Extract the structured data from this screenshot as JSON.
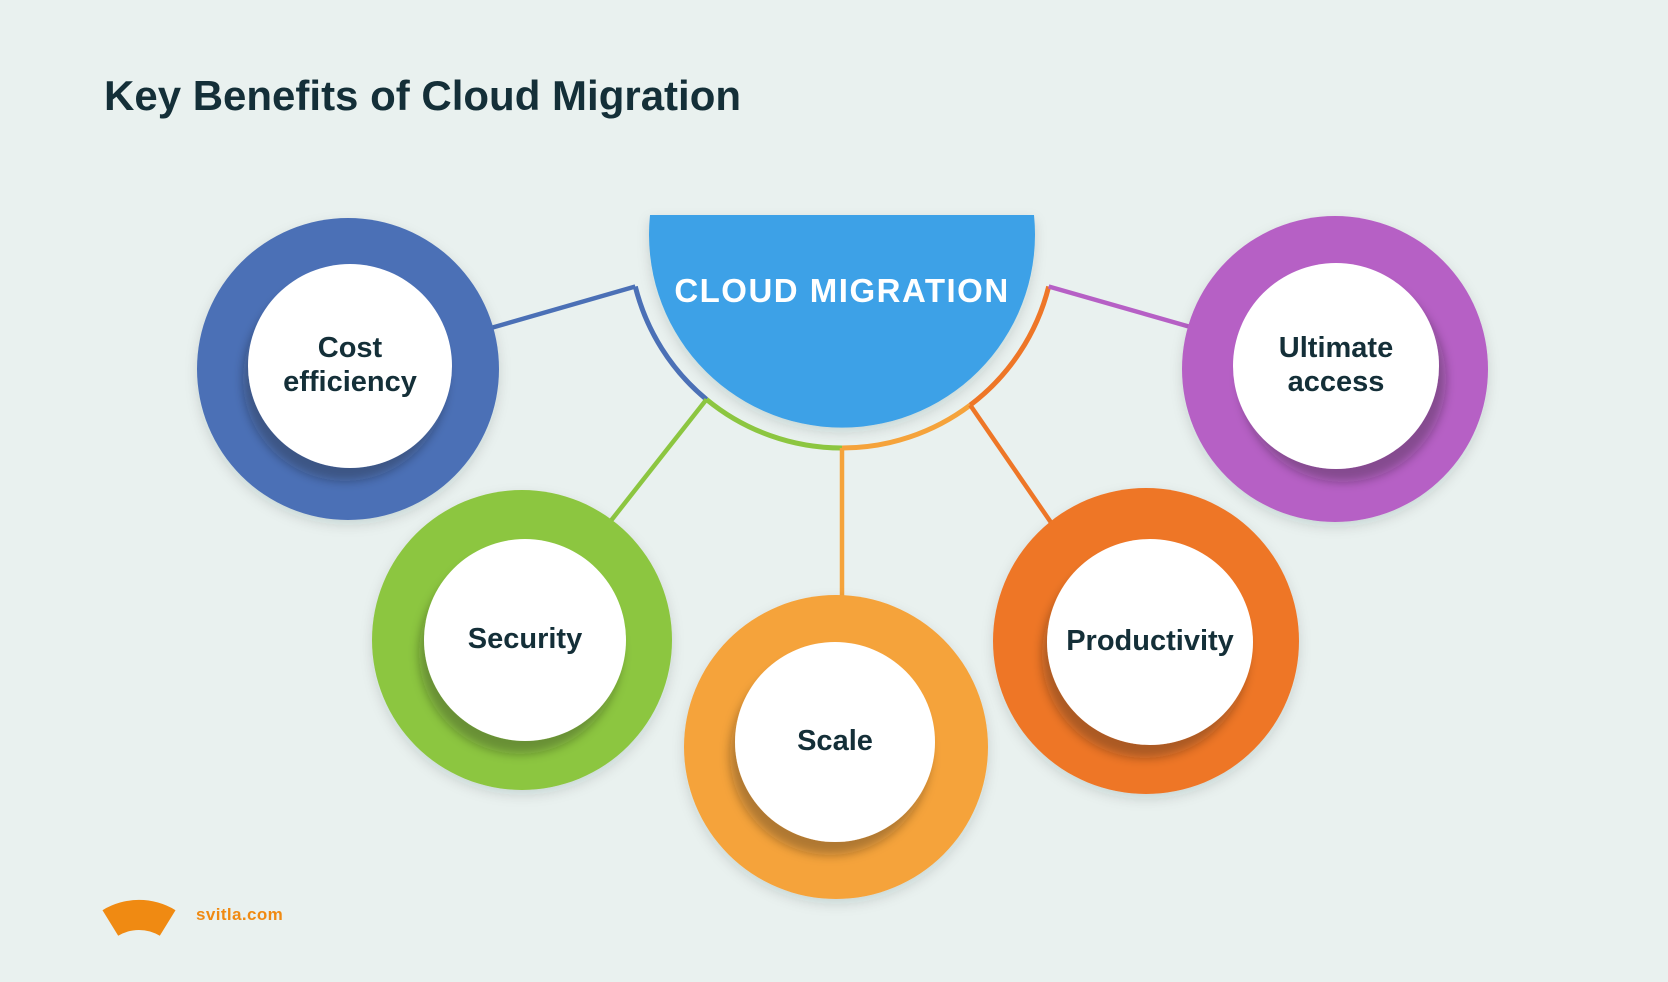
{
  "title": "Key Benefits of Cloud Migration",
  "center": {
    "label": "CLOUD MIGRATION",
    "color": "#3ea1e7"
  },
  "nodes": [
    {
      "id": "cost-efficiency",
      "label": "Cost efficiency",
      "color": "#4b70b6"
    },
    {
      "id": "security",
      "label": "Security",
      "color": "#8cc640"
    },
    {
      "id": "scale",
      "label": "Scale",
      "color": "#f5a33b"
    },
    {
      "id": "productivity",
      "label": "Productivity",
      "color": "#ee7627"
    },
    {
      "id": "ultimate-access",
      "label": "Ultimate access",
      "color": "#b660c5"
    }
  ],
  "footer": {
    "brand": "svitla.com",
    "logo_color": "#f08a12"
  },
  "colors": {
    "background": "#e9f1ef",
    "heading_text": "#142f38",
    "node_text": "#142f38",
    "center_text": "#ffffff"
  }
}
